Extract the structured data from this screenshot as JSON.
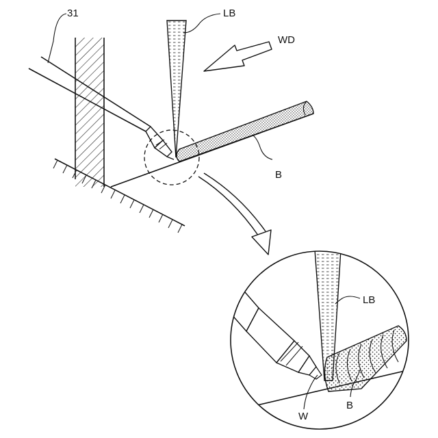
{
  "figure": {
    "labels": {
      "torch_ref": "31",
      "laser_beam_top": "LB",
      "welding_direction": "WD",
      "bead_top": "B",
      "laser_beam_zoom": "LB",
      "bead_zoom": "B",
      "wire": "W"
    }
  }
}
